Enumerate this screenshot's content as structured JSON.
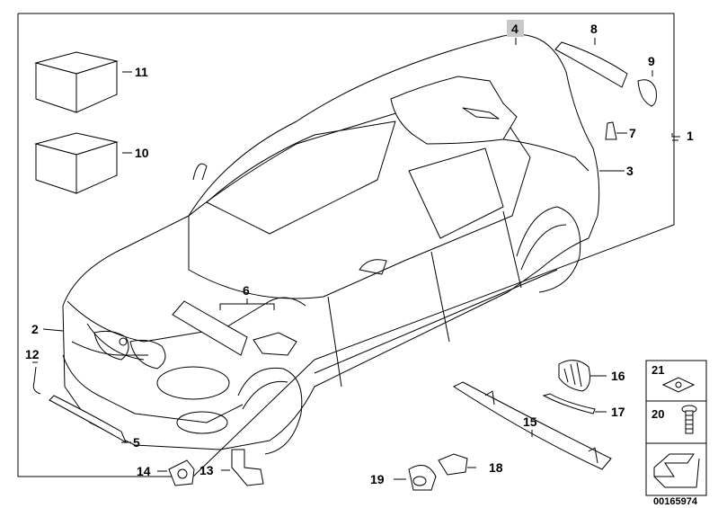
{
  "callouts": [
    {
      "id": "1",
      "text": "1"
    },
    {
      "id": "2",
      "text": "2"
    },
    {
      "id": "3",
      "text": "3"
    },
    {
      "id": "4",
      "text": "4"
    },
    {
      "id": "5",
      "text": "5"
    },
    {
      "id": "6",
      "text": "6"
    },
    {
      "id": "7",
      "text": "7"
    },
    {
      "id": "8",
      "text": "8"
    },
    {
      "id": "9",
      "text": "9"
    },
    {
      "id": "10",
      "text": "10"
    },
    {
      "id": "11",
      "text": "11"
    },
    {
      "id": "12",
      "text": "12"
    },
    {
      "id": "13",
      "text": "13"
    },
    {
      "id": "14",
      "text": "14"
    },
    {
      "id": "15",
      "text": "15"
    },
    {
      "id": "16",
      "text": "16"
    },
    {
      "id": "17",
      "text": "17"
    },
    {
      "id": "18",
      "text": "18"
    },
    {
      "id": "19",
      "text": "19"
    },
    {
      "id": "20",
      "text": "20"
    },
    {
      "id": "21",
      "text": "21"
    }
  ],
  "diagram_code": "00165974",
  "colors": {
    "line": "#000000",
    "highlight": "#c8c8c8",
    "background": "#ffffff"
  }
}
